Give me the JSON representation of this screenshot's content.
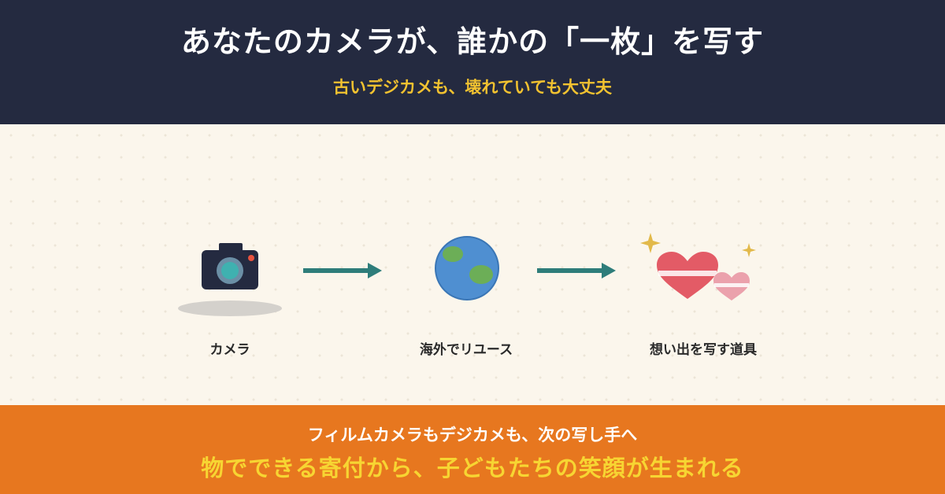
{
  "header": {
    "title": "あなたのカメラが、誰かの「一枚」を写す",
    "subtitle": "古いデジカメも、壊れていても大丈夫"
  },
  "flow": {
    "steps": [
      {
        "icon": "camera-icon",
        "label": "カメラ"
      },
      {
        "icon": "globe-icon",
        "label": "海外でリユース"
      },
      {
        "icon": "hearts-icon",
        "label": "想い出を写す道具"
      }
    ]
  },
  "footer": {
    "line1": "フィルムカメラもデジカメも、次の写し手へ",
    "line2": "物でできる寄付から、子どもたちの笑顔が生まれる"
  },
  "colors": {
    "header_bg": "#242a40",
    "accent_yellow": "#f2c230",
    "footer_bg": "#e7771f",
    "arrow": "#2e7d7a"
  }
}
